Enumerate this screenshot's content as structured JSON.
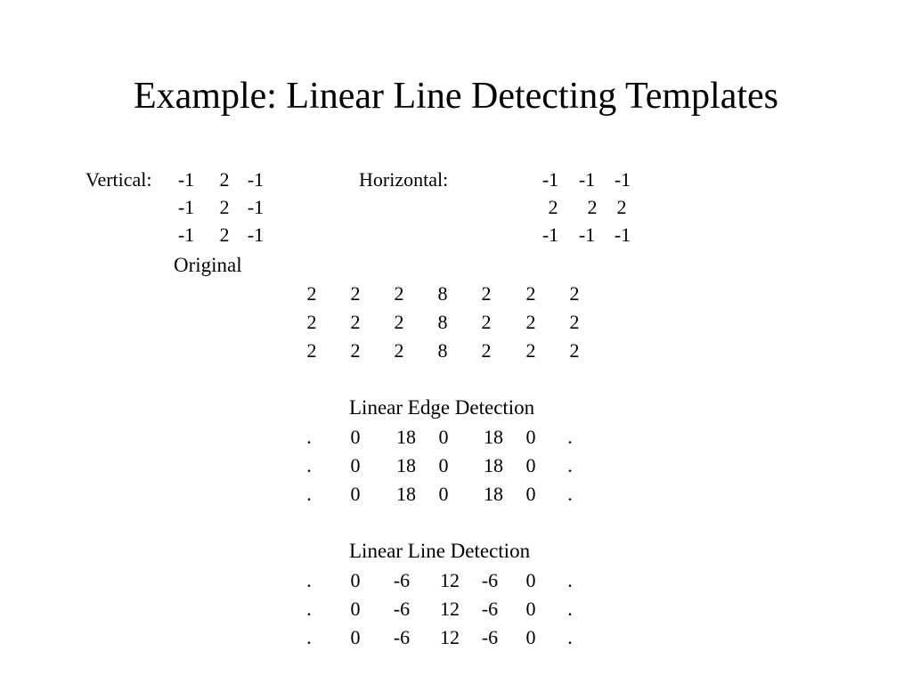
{
  "slide": {
    "title": "Example: Linear Line Detecting Templates"
  },
  "templates": {
    "vertical": {
      "label": "Vertical:",
      "rows": [
        [
          "-1",
          "2",
          "-1"
        ],
        [
          "-1",
          "2",
          "-1"
        ],
        [
          "-1",
          "2",
          "-1"
        ]
      ]
    },
    "horizontal": {
      "label": "Horizontal:",
      "rows": [
        [
          "-1",
          "-1",
          "-1"
        ],
        [
          "2",
          "2",
          "2"
        ],
        [
          "-1",
          "-1",
          "-1"
        ]
      ]
    }
  },
  "original": {
    "heading": "Original",
    "rows": [
      [
        "2",
        "2",
        "2",
        "8",
        "2",
        "2",
        "2"
      ],
      [
        "2",
        "2",
        "2",
        "8",
        "2",
        "2",
        "2"
      ],
      [
        "2",
        "2",
        "2",
        "8",
        "2",
        "2",
        "2"
      ]
    ]
  },
  "edge_detection": {
    "heading": "Linear Edge Detection",
    "rows": [
      [
        ".",
        "0",
        "18",
        "0",
        "18",
        "0",
        "."
      ],
      [
        ".",
        "0",
        "18",
        "0",
        "18",
        "0",
        "."
      ],
      [
        ".",
        "0",
        "18",
        "0",
        "18",
        "0",
        "."
      ]
    ]
  },
  "line_detection": {
    "heading": "Linear Line Detection",
    "rows": [
      [
        ".",
        "0",
        "-6",
        "12",
        "-6",
        "0",
        "."
      ],
      [
        ".",
        "0",
        "-6",
        "12",
        "-6",
        "0",
        "."
      ],
      [
        ".",
        "0",
        "-6",
        "12",
        "-6",
        "0",
        "."
      ]
    ]
  }
}
